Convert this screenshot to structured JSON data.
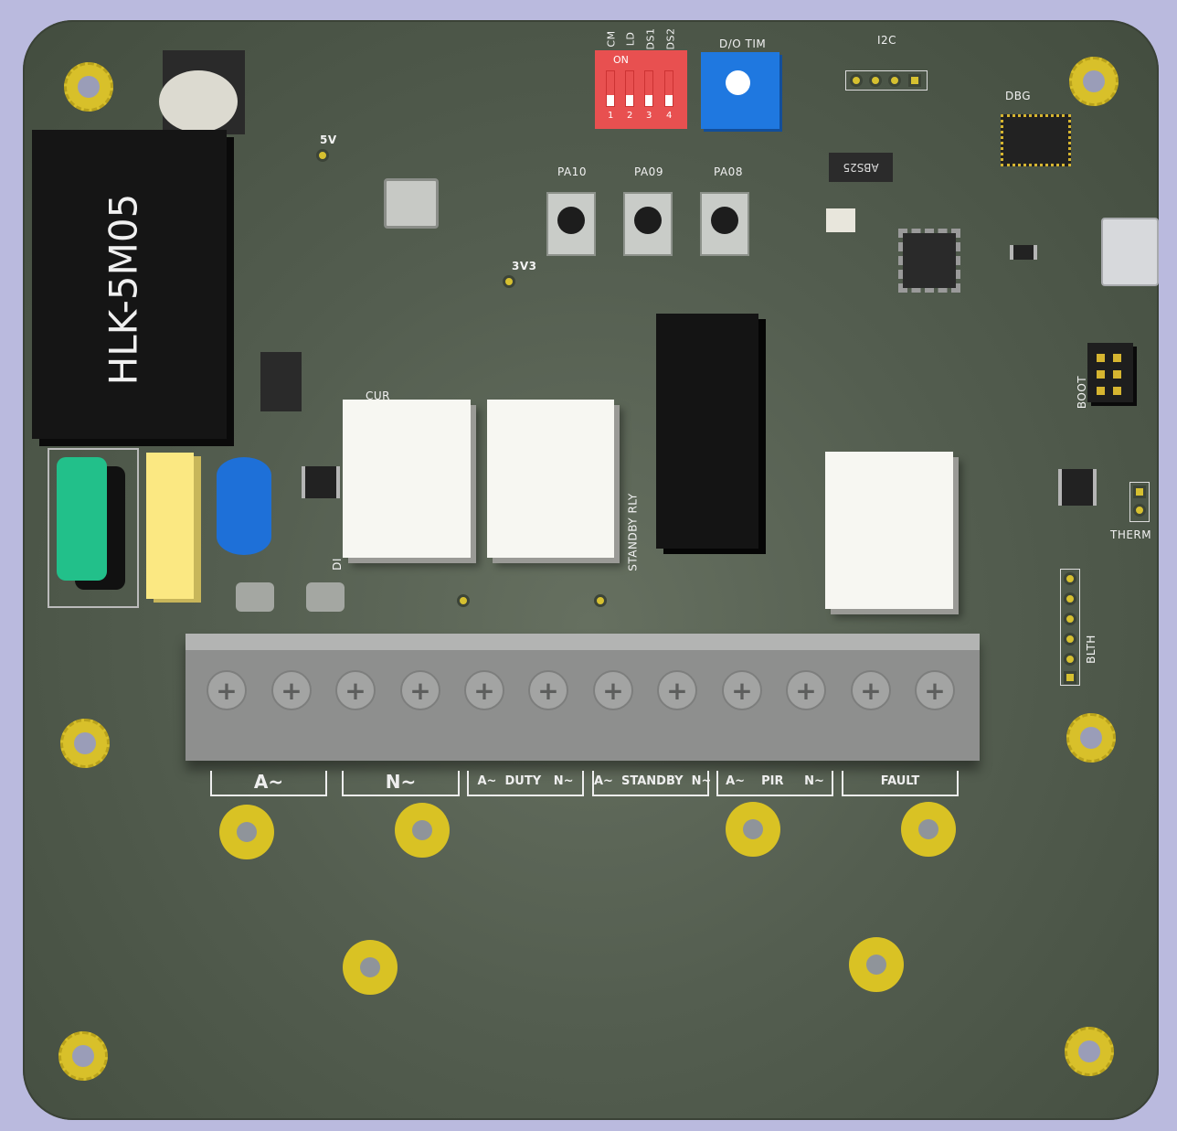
{
  "module": {
    "label": "HLK-5M05"
  },
  "test_points": {
    "v5": "5V",
    "v3v3": "3V3",
    "cur": "CUR",
    "di": "DI"
  },
  "dip_switch": {
    "on_label": "ON",
    "positions": [
      "1",
      "2",
      "3",
      "4"
    ],
    "functions": [
      "CM",
      "LD",
      "DS1",
      "DS2"
    ]
  },
  "pot": {
    "label": "D/O TIM"
  },
  "buttons": [
    "PA10",
    "PA09",
    "PA08"
  ],
  "headers": {
    "i2c": "I2C",
    "dbg": "DBG",
    "boot": "BOOT",
    "therm": "THERM",
    "blth": "BLTH"
  },
  "chip": {
    "marking": "ABS25"
  },
  "relay_label": "STANDBY RLY",
  "terminal_labels": [
    "A~",
    "N~",
    "A~  DUTY   N~",
    "A~  STANDBY  N~",
    "A~    PIR     N~",
    "FAULT"
  ],
  "colors": {
    "board": "#545e50",
    "pad_gold": "#d8c02a",
    "dip": "#e85050",
    "pot": "#1f78e0"
  }
}
